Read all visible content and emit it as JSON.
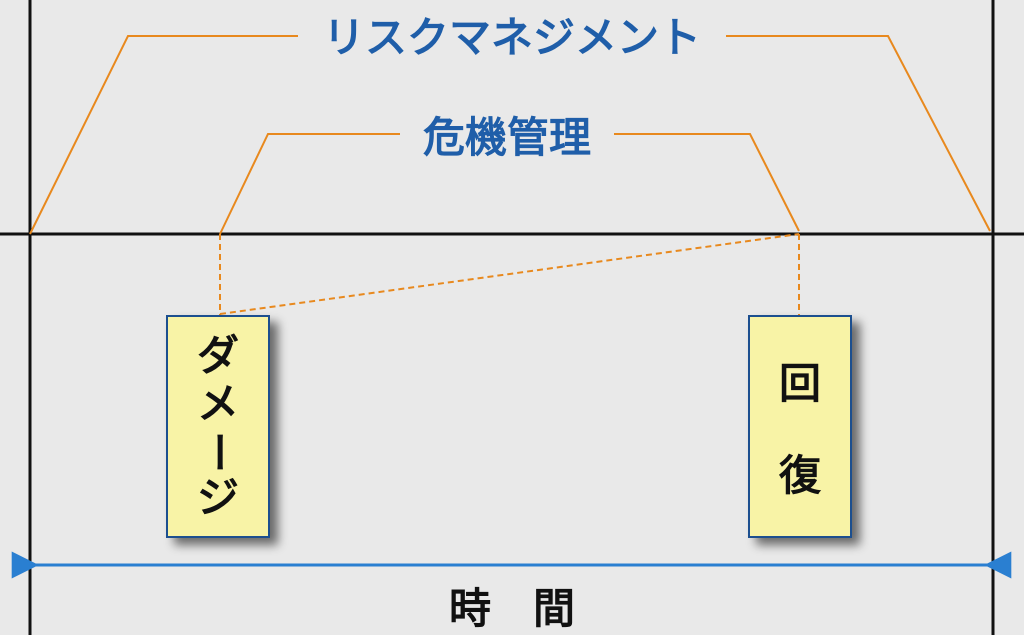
{
  "diagram": {
    "outer_label": "リスクマネジメント",
    "inner_label": "危機管理",
    "damage_box": {
      "chars": [
        "ダ",
        "メ",
        "ー",
        "ジ"
      ]
    },
    "recovery_box": {
      "chars": [
        "回",
        "復"
      ]
    },
    "time_label": "時　間"
  },
  "colors": {
    "background": "#e9e9e9",
    "orange_line": "#e8891e",
    "blue_text": "#1f5ea9",
    "blue_arrow": "#2a7fd1",
    "box_fill": "#f8f3a6",
    "box_border": "#1d4f8f",
    "black_line": "#111111"
  }
}
